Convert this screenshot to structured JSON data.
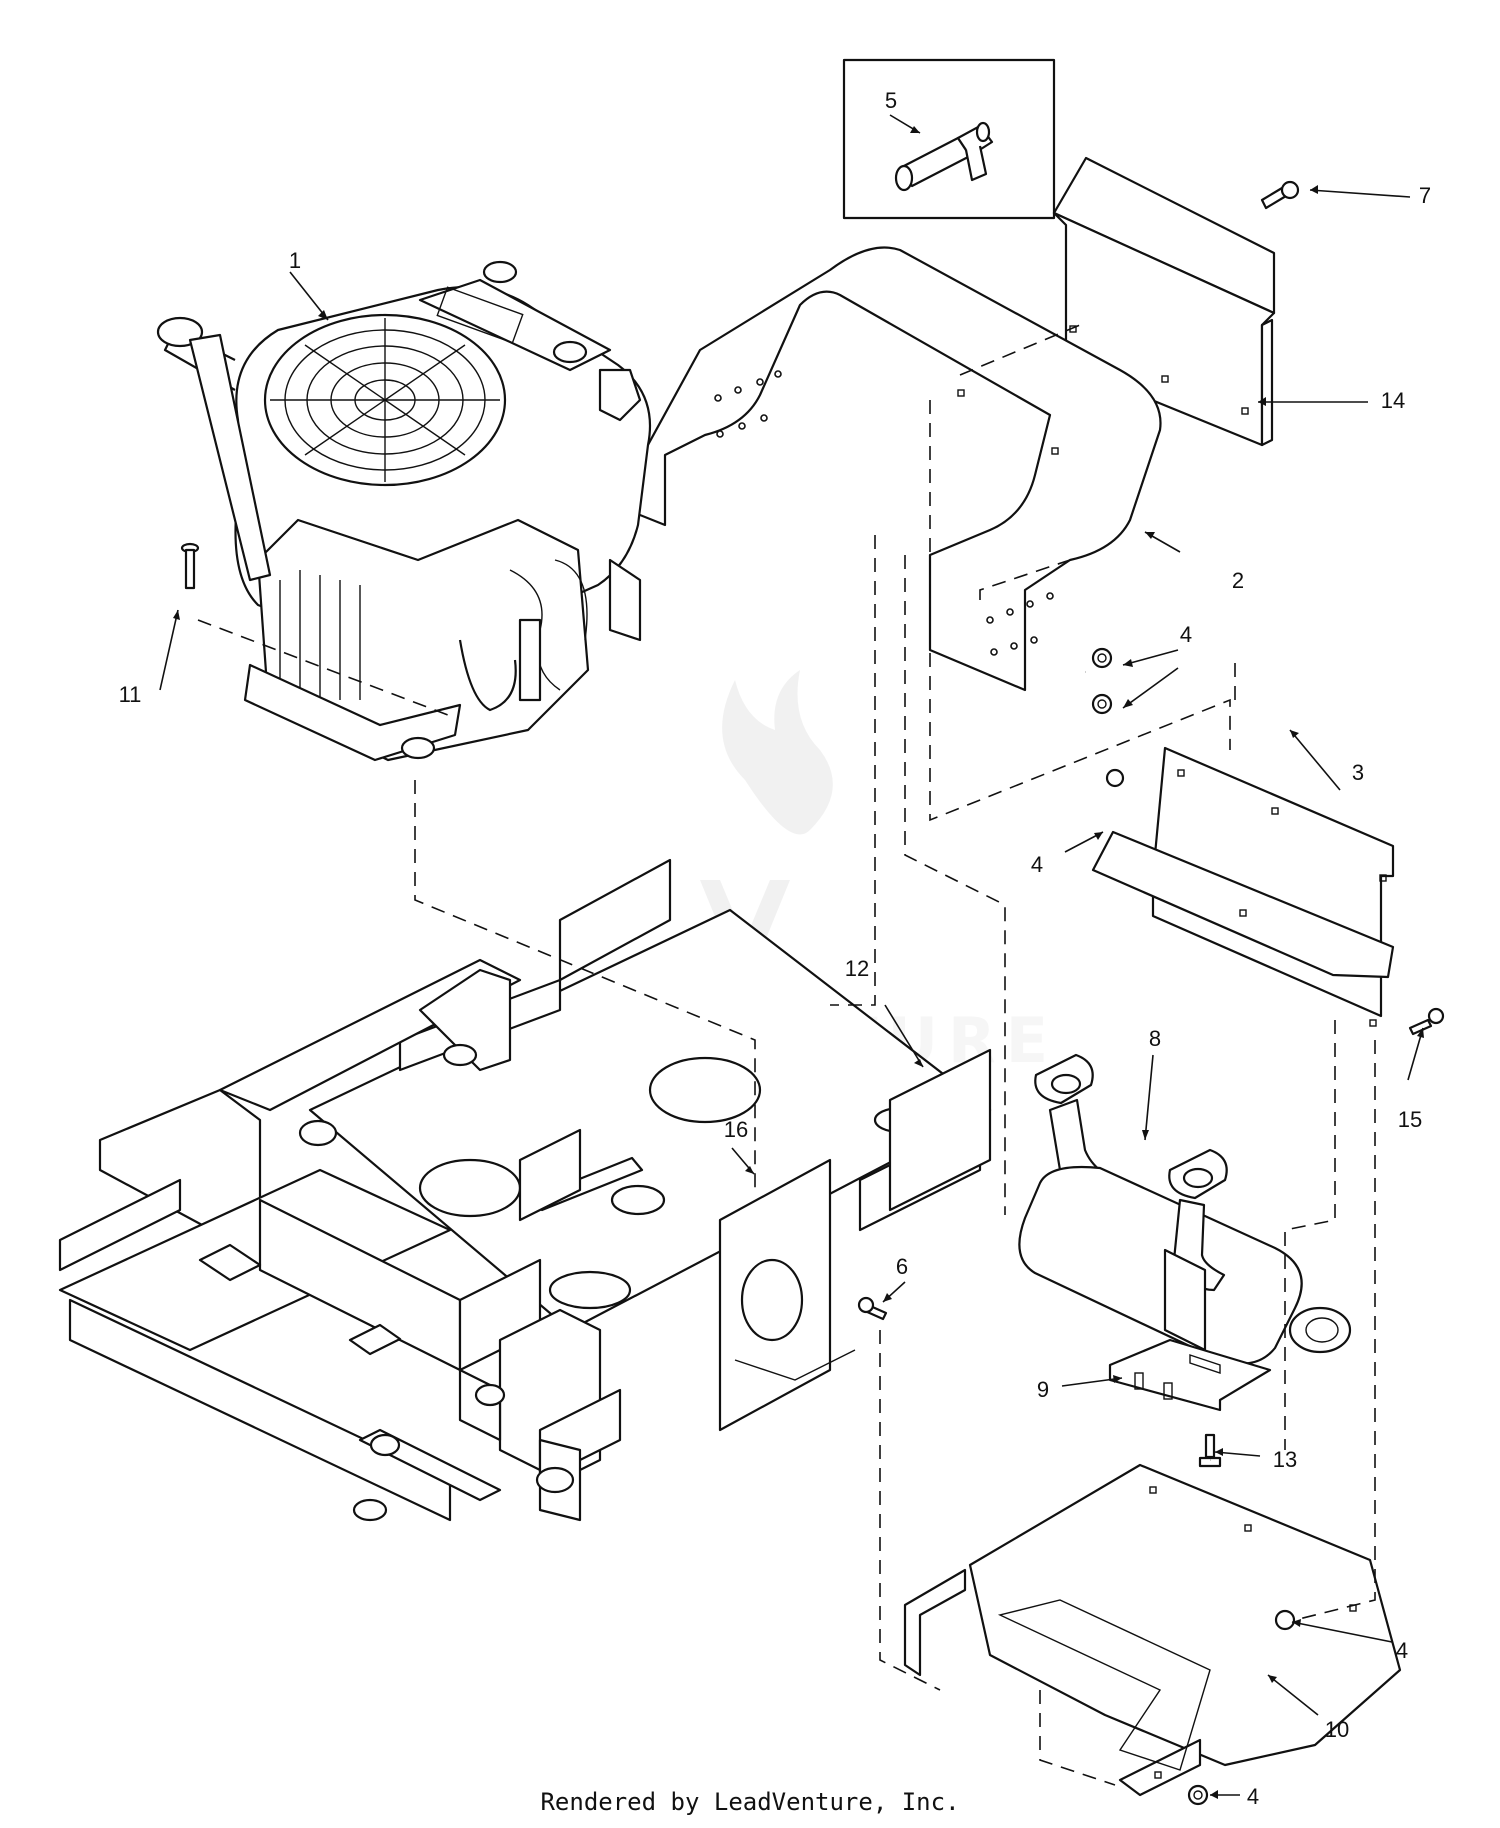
{
  "callouts": [
    {
      "id": "1",
      "label": "1"
    },
    {
      "id": "2",
      "label": "2"
    },
    {
      "id": "3",
      "label": "3"
    },
    {
      "id": "4a",
      "label": "4"
    },
    {
      "id": "4b",
      "label": "4"
    },
    {
      "id": "4c",
      "label": "4"
    },
    {
      "id": "4d",
      "label": "4"
    },
    {
      "id": "5",
      "label": "5"
    },
    {
      "id": "6",
      "label": "6"
    },
    {
      "id": "7",
      "label": "7"
    },
    {
      "id": "8",
      "label": "8"
    },
    {
      "id": "9",
      "label": "9"
    },
    {
      "id": "10",
      "label": "10"
    },
    {
      "id": "11",
      "label": "11"
    },
    {
      "id": "12",
      "label": "12"
    },
    {
      "id": "13",
      "label": "13"
    },
    {
      "id": "14",
      "label": "14"
    },
    {
      "id": "15",
      "label": "15"
    },
    {
      "id": "16",
      "label": "16"
    }
  ],
  "watermark": "LEADVENTURE",
  "footer": "Rendered by LeadVenture, Inc."
}
